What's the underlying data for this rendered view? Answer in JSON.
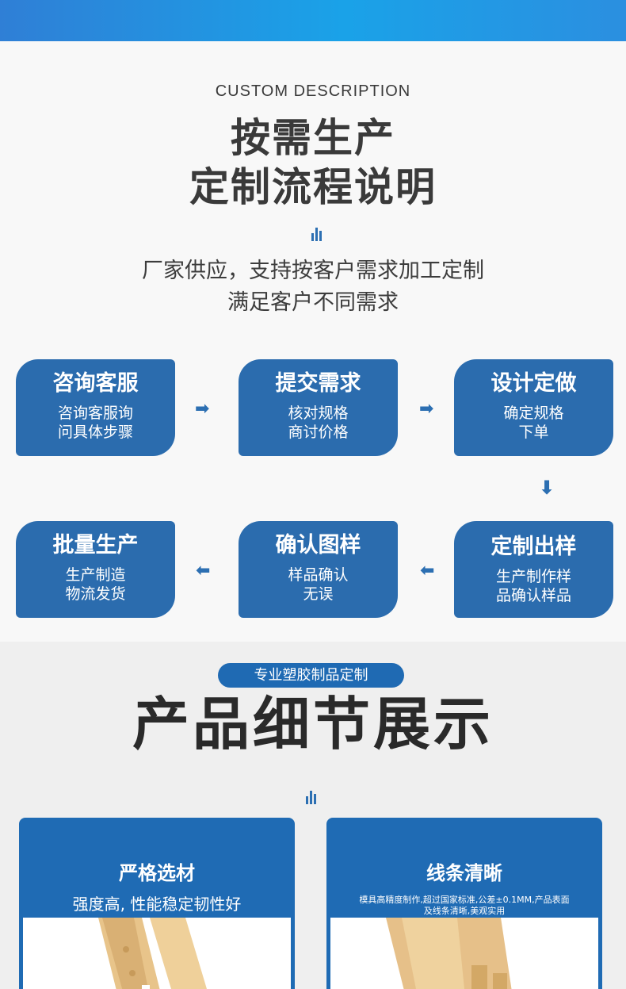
{
  "header": {
    "eyebrow": "CUSTOM DESCRIPTION",
    "title_line1": "按需生产",
    "title_line2": "定制流程说明",
    "intro_line1": "厂家供应，支持按客户需求加工定制",
    "intro_line2": "满足客户不同需求"
  },
  "process": [
    {
      "title": "咨询客服",
      "line1": "咨询客服询",
      "line2": "问具体步骤"
    },
    {
      "title": "提交需求",
      "line1": "核对规格",
      "line2": "商讨价格"
    },
    {
      "title": "设计定做",
      "line1": "确定规格",
      "line2": "下单"
    },
    {
      "title": "定制出样",
      "line1": "生产制作样",
      "line2": "品确认样品"
    },
    {
      "title": "确认图样",
      "line1": "样品确认",
      "line2": "无误"
    },
    {
      "title": "批量生产",
      "line1": "生产制造",
      "line2": "物流发货"
    }
  ],
  "details": {
    "pill": "专业塑胶制品定制",
    "title": "产品细节展示",
    "panels": [
      {
        "title": "严格选材",
        "desc": "强度高, 性能稳定韧性好"
      },
      {
        "title": "线条清晰",
        "desc": "模具高精度制作,超过国家标准,公差±0.1MM,产品表面及线条清晰,美观实用"
      }
    ]
  },
  "colors": {
    "accent": "#2b6cae",
    "topbar": "#1aa2e8",
    "text": "#3a3a3a",
    "product": "#e8c48a"
  }
}
